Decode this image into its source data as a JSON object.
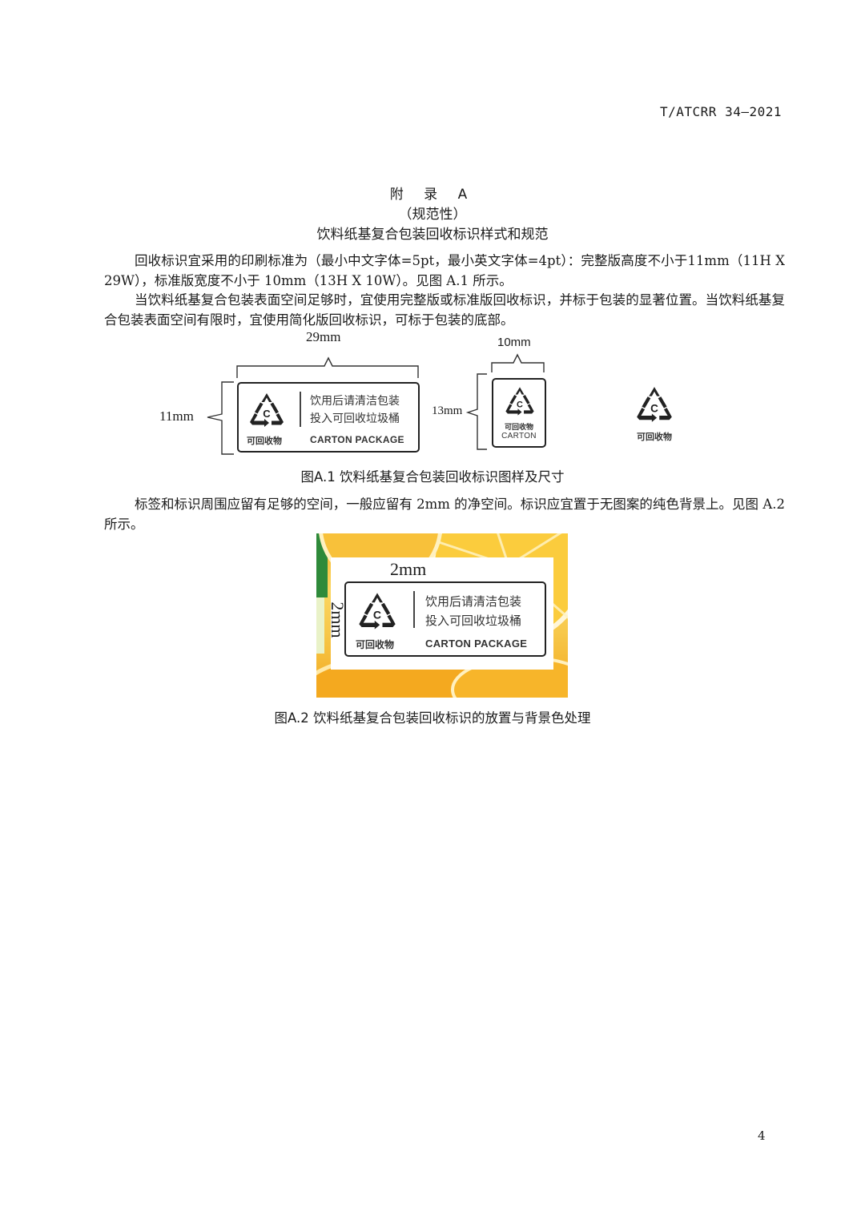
{
  "header": {
    "code": "T/ATCRR 34—2021"
  },
  "appendix": {
    "title": "附 录 A",
    "type": "（规范性）",
    "subtitle": "饮料纸基复合包装回收标识样式和规范"
  },
  "paragraphs": {
    "p1": "回收标识宜采用的印刷标准为（最小中文字体=5pt，最小英文字体=4pt）：完整版高度不小于11mm（11H X 29W），标准版宽度不小于 10mm（13H X 10W）。见图 A.1 所示。",
    "p2": "当饮料纸基复合包装表面空间足够时，宜使用完整版或标准版回收标识，并标于包装的显著位置。当饮料纸基复合包装表面空间有限时，宜使用简化版回收标识，可标于包装的底部。",
    "p3": "标签和标识周围应留有足够的空间，一般应留有 2mm 的净空间。标识应宜置于无图案的纯色背景上。见图 A.2 所示。"
  },
  "figure1": {
    "full": {
      "width_label": "29mm",
      "height_label": "11mm",
      "cn_line1": "饮用后请清洁包装",
      "cn_line2": "投入可回收垃圾桶",
      "recyclable": "可回收物",
      "carton": "CARTON PACKAGE"
    },
    "standard": {
      "width_label": "10mm",
      "height_label": "13mm",
      "recyclable": "可回收物",
      "carton": "CARTON"
    },
    "simple": {
      "recyclable": "可回收物"
    },
    "caption": "图A.1 饮料纸基复合包装回收标识图样及尺寸"
  },
  "figure2": {
    "top_margin": "2mm",
    "side_margin": "2mm",
    "cn_line1": "饮用后请清洁包装",
    "cn_line2": "投入可回收垃圾桶",
    "recyclable": "可回收物",
    "carton": "CARTON PACKAGE",
    "caption": "图A.2 饮料纸基复合包装回收标识的放置与背景色处理"
  },
  "footer": {
    "page_number": "4"
  },
  "icons": {
    "recycle": "recycle-c-icon"
  }
}
